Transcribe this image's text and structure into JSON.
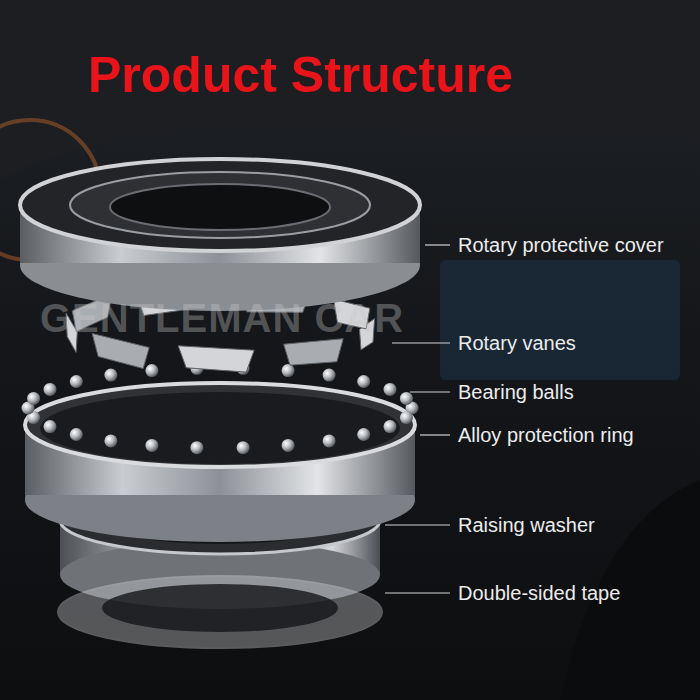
{
  "diagram": {
    "title": "Product Structure",
    "labels": [
      "Rotary protective cover",
      "Rotary vanes",
      "Bearing balls",
      "Alloy protection ring",
      "Raising washer",
      "Double-sided tape",
      "GENTLEMAN CAR"
    ]
  }
}
